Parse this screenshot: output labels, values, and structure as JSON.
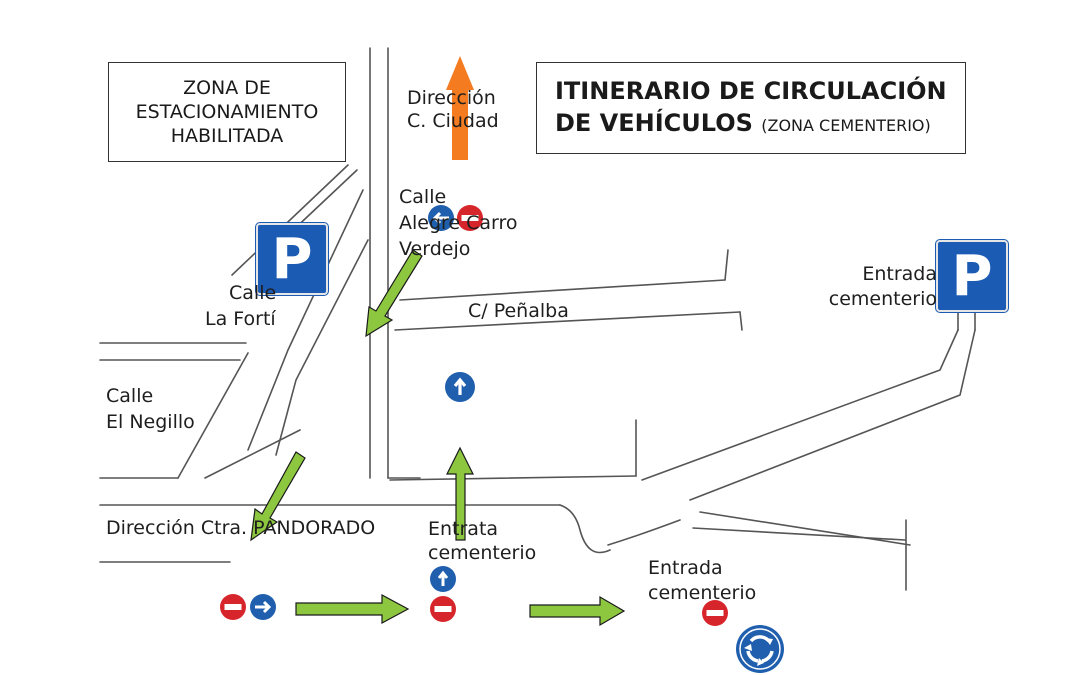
{
  "title": {
    "line1": "ITINERARIO DE CIRCULACIÓN",
    "line2": "DE VEHÍCULOS",
    "subtitle": "(ZONA CEMENTERIO)"
  },
  "parking_zone": {
    "line1": "ZONA DE",
    "line2": "ESTACIONAMIENTO",
    "line3": "HABILITADA"
  },
  "parking_sign_letter": "P",
  "streets": {
    "direccion_ciudad": {
      "line1": "Dirección",
      "line2": "C. Ciudad"
    },
    "alegre_carro": {
      "line1": "Calle",
      "line2": "Alegre Carro",
      "line3": "Verdejo"
    },
    "penalba": "C/ Peñalba",
    "la_forti": {
      "line1": "Calle",
      "line2": "La Fortí"
    },
    "el_negillo": {
      "line1": "Calle",
      "line2": "El Negillo"
    },
    "pandorado": "Dirección Ctra. PANDORADO"
  },
  "entrances": {
    "right_top": {
      "line1": "Entrada",
      "line2": "cementerio"
    },
    "center": {
      "line1": "Entrata",
      "line2": "cementerio"
    },
    "bottom": {
      "line1": "Entrada",
      "line2": "cementerio"
    }
  },
  "colors": {
    "route_arrow": "#8dc63f",
    "route_outline": "#1a1a1a",
    "direction_arrow": "#f47b20",
    "parking_blue": "#1c5bb4",
    "sign_blue": "#1f5fae",
    "no_entry_red": "#d7262b",
    "road_line": "#555555"
  },
  "icons": [
    "parking-sign-icon",
    "no-entry-icon",
    "mandatory-direction-icon",
    "roundabout-icon",
    "route-arrow-icon"
  ]
}
